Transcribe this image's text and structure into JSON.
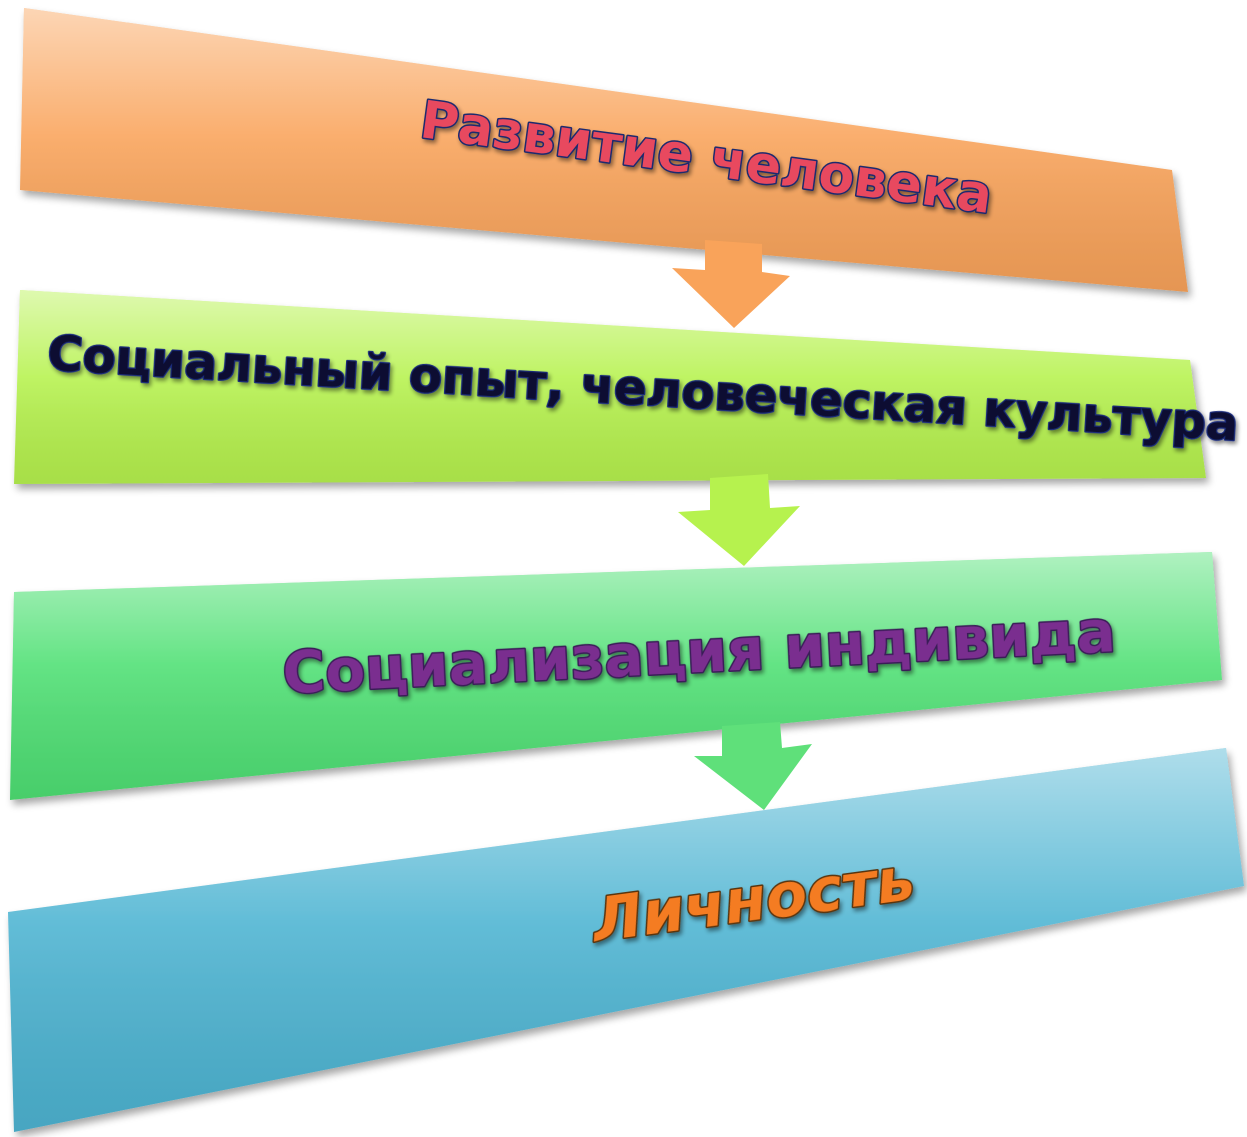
{
  "stages": [
    {
      "label": "Развитие человека",
      "fill": "#F9A35A",
      "text_color": "#E8485F",
      "outline": "#1E2A6E"
    },
    {
      "label": "Социальный опыт, человеческая культура",
      "fill": "#B6F24E",
      "text_color": "#0B1030",
      "outline": "#1A2A7A"
    },
    {
      "label": "Социализация индивида",
      "fill": "#4FE074",
      "text_color": "#7A2F8F",
      "outline": "#3A1F58"
    },
    {
      "label": "Личность",
      "fill": "#4DB4D2",
      "text_color": "#F47C20",
      "outline": "#5A3410"
    }
  ],
  "arrow_colors": [
    "#F9A35A",
    "#B6F24E",
    "#5FE07A"
  ]
}
